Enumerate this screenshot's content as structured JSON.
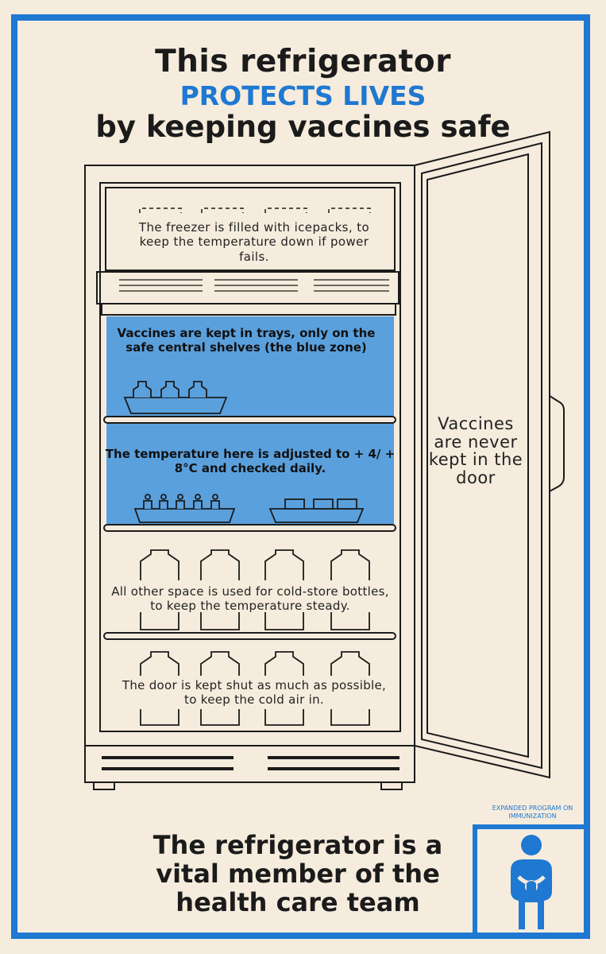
{
  "poster": {
    "title_line1": "This refrigerator",
    "title_line2": "PROTECTS LIVES",
    "title_line3": "by keeping vaccines safe",
    "freezer_text": "The freezer is filled with icepacks, to keep the temperature down if power fails.",
    "blue_zone_text": "Vaccines are kept in trays, only on the safe central shelves (the blue zone)",
    "temperature_text": "The temperature here is adjusted to  + 4/  + 8°C and checked daily.",
    "cold_store_text": "All other space is used for cold-store bottles, to keep the temperature steady.",
    "door_shut_text": "The door is kept shut as much as possible, to keep the cold air in.",
    "door_text": "Vaccines are never kept in the door",
    "footer_text": "The refrigerator is a vital member of the health care team",
    "logo_caption": "EXPANDED PROGRAM ON IMMUNIZATION"
  },
  "colors": {
    "accent_blue": "#1f78d1",
    "blue_zone": "#5aa0dd",
    "ink": "#1b1b1b",
    "paper": "#f5ecdd"
  },
  "icons": [
    "vaccine-vial-icon",
    "cold-store-bottle-icon",
    "immunization-logo-icon"
  ]
}
